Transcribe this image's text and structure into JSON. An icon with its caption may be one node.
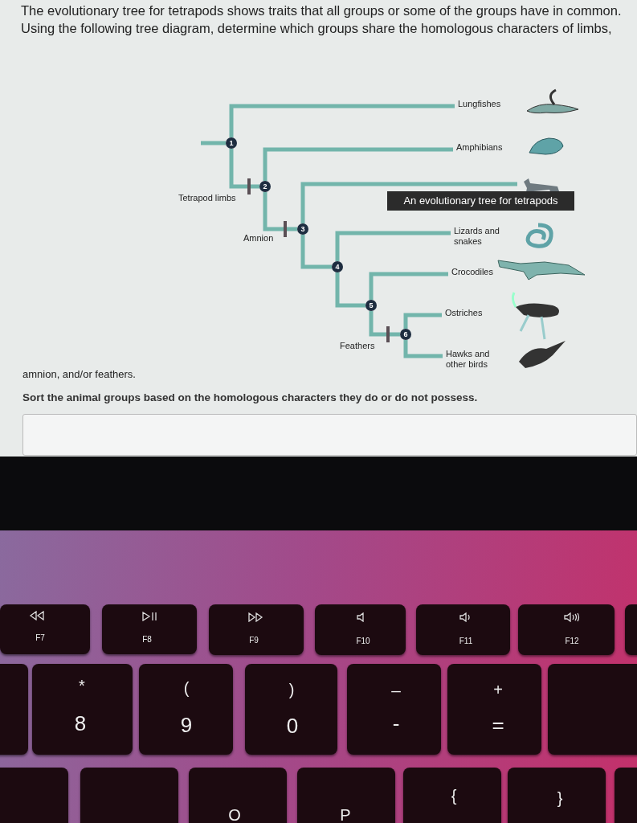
{
  "diagram": {
    "nodes": [
      {
        "text": [
          "1"
        ]
      },
      {
        "text": [
          "2"
        ]
      },
      {
        "text": [
          "3"
        ]
      },
      {
        "text": [
          "4"
        ]
      },
      {
        "text": [
          "5"
        ]
      },
      {
        "text": [
          "6"
        ]
      },
      {
        "text": [
          "Lungfishes"
        ]
      },
      {
        "text": [
          "Amphibians"
        ]
      },
      {
        "text": [],
        "shape": "picture"
      },
      {
        "text": [
          "Lizards and snakes"
        ]
      },
      {
        "text": [
          "Crocodiles"
        ]
      },
      {
        "text": [
          "Ostriches"
        ]
      },
      {
        "text": [
          "Hawks and other birds"
        ]
      },
      {
        "text": [
          "An evolutionary tree for tetrapods"
        ]
      }
    ],
    "edges": [
      {
        "from": null,
        "to": 0,
        "arrow": "none"
      },
      {
        "from": 0,
        "to": 6,
        "arrow": "none"
      },
      {
        "from": 0,
        "to": 1,
        "arrow": "none"
      },
      {
        "from": 1,
        "to": 7,
        "arrow": "none"
      },
      {
        "from": 1,
        "to": 2,
        "arrow": "none"
      },
      {
        "from": 2,
        "to": 8,
        "arrow": "none"
      },
      {
        "from": 2,
        "to": 3,
        "arrow": "none"
      },
      {
        "from": 3,
        "to": 9,
        "arrow": "none"
      },
      {
        "from": 3,
        "to": 4,
        "arrow": "none"
      },
      {
        "from": 4,
        "to": 10,
        "arrow": "none"
      },
      {
        "from": 4,
        "to": 5,
        "arrow": "none"
      },
      {
        "from": 5,
        "to": 11,
        "arrow": "none"
      },
      {
        "from": 5,
        "to": 12,
        "arrow": "none"
      }
    ],
    "labels": [
      "The evolutionary tree for tetrapods shows traits that all groups or some of the groups have in common. Using the following tree diagram, determine which groups share the homologous characters of limbs,",
      "Tetrapod limbs",
      "Amnion",
      "Feathers",
      "amnion, and/or feathers.",
      "Sort the animal groups based on the homologous characters they do or do not possess.",
      "F7",
      "F8",
      "F9",
      "F10",
      "F11",
      "F12",
      "*",
      "8",
      "(",
      "9",
      ")",
      "0",
      "_",
      "-",
      "+",
      "=",
      "{",
      "}",
      "O",
      "P"
    ]
  }
}
